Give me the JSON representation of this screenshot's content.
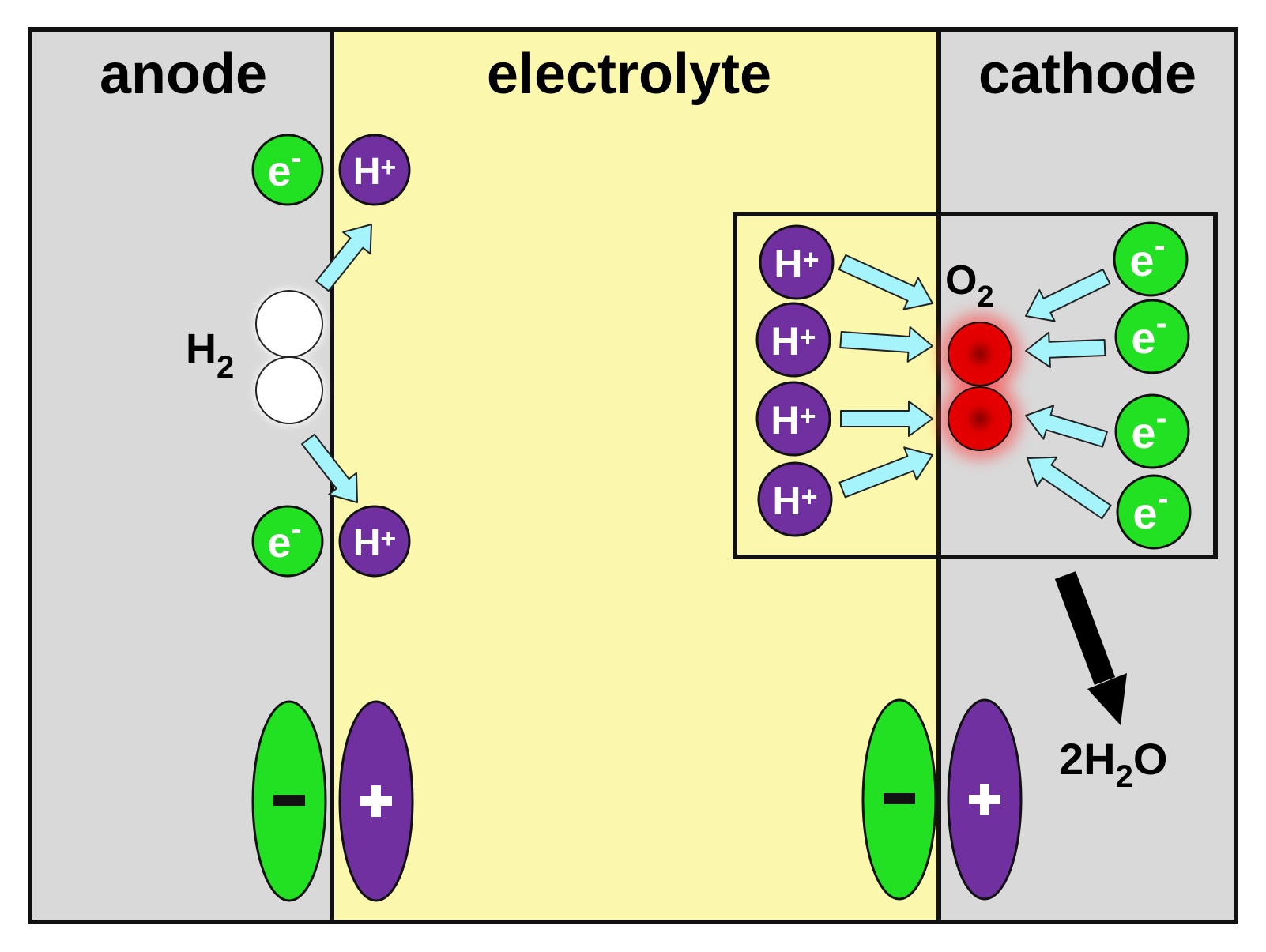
{
  "regions": {
    "anode_label": "anode",
    "electrolyte_label": "electrolyte",
    "cathode_label": "cathode"
  },
  "particles": {
    "electron": "e",
    "electron_sign": "-",
    "proton": "H",
    "proton_sign": "+"
  },
  "molecules": {
    "hydrogen": {
      "symbol": "H",
      "subscript": "2"
    },
    "oxygen": {
      "symbol": "O",
      "subscript": "2"
    },
    "water": {
      "prefix": "2H",
      "subscript": "2",
      "suffix": "O"
    }
  },
  "charges": {
    "negative": "-",
    "positive": "+"
  },
  "colors": {
    "electrode_gray": "#d9d9d9",
    "electrolyte_yellow": "#fbf8ad",
    "electron_green": "#22e022",
    "proton_purple": "#7030a0",
    "oxygen_red": "#e00000",
    "arrow_cyan": "#a6f4fb"
  }
}
